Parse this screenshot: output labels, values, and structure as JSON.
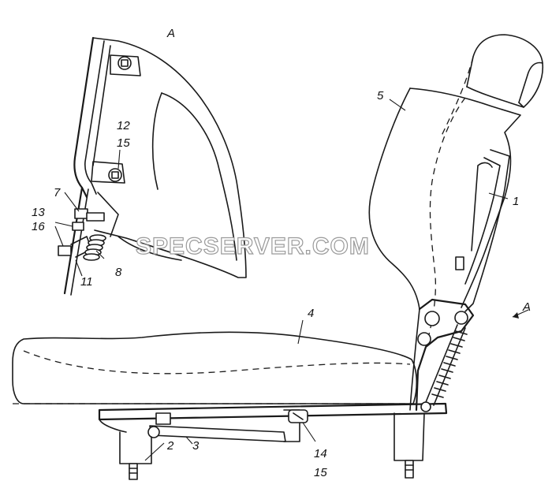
{
  "view_label": "A",
  "view_arrow_label": "A",
  "watermark": "SPECSERVER.COM",
  "labels": {
    "p1": "1",
    "p2": "2",
    "p3": "3",
    "p4": "4",
    "p5": "5",
    "p7": "7",
    "p8": "8",
    "p11": "11",
    "p12": "12",
    "p13": "13",
    "p14": "14",
    "p15a": "15",
    "p15b": "15",
    "p16": "16"
  }
}
